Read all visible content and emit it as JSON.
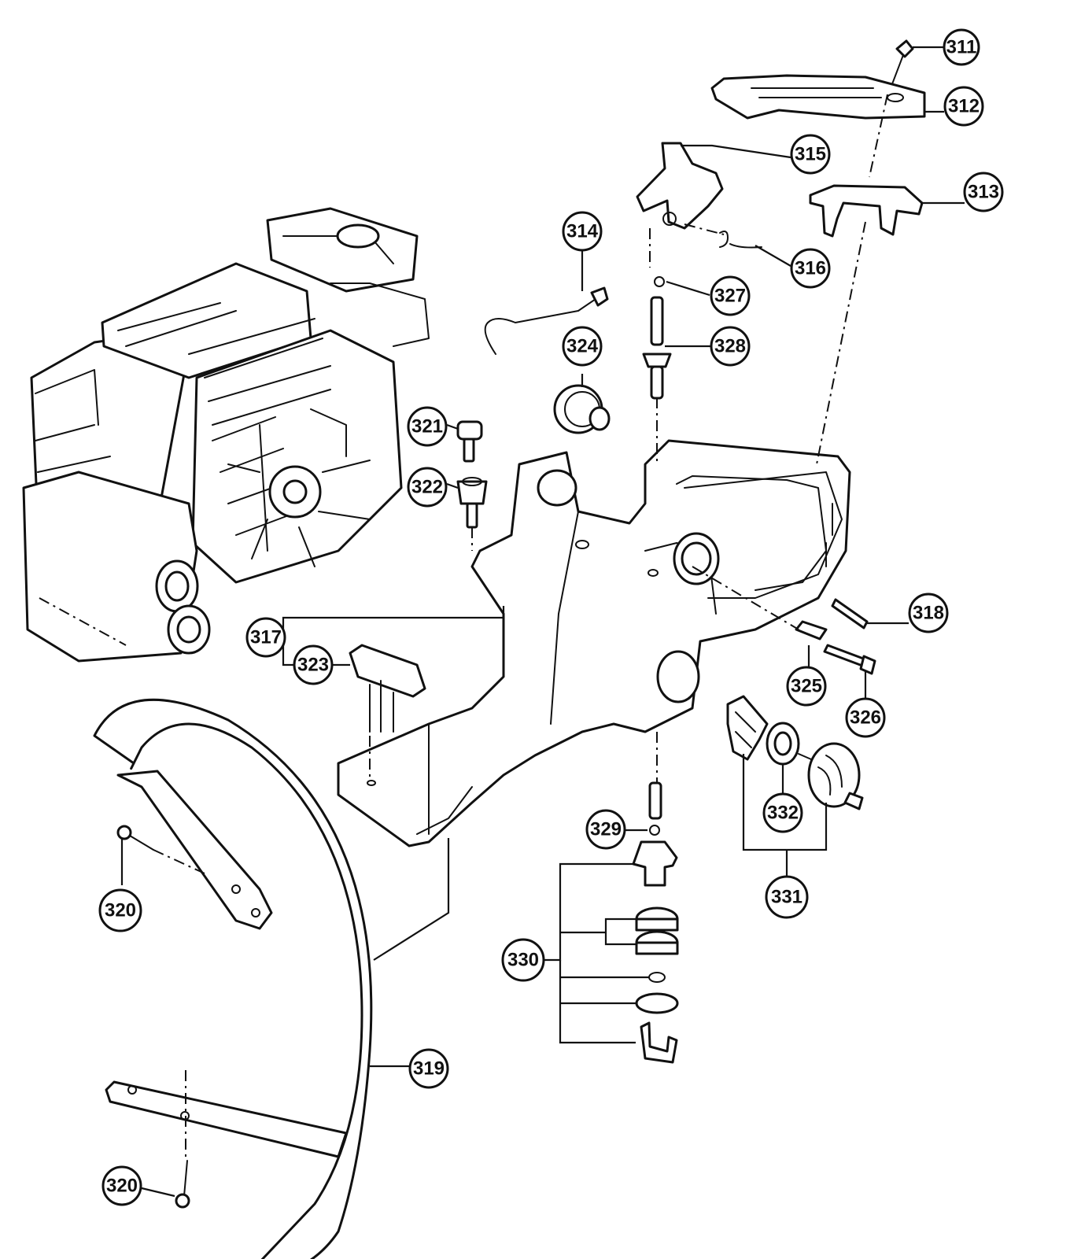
{
  "callouts": {
    "c311": "311",
    "c312": "312",
    "c313": "313",
    "c314": "314",
    "c315": "315",
    "c316": "316",
    "c317": "317",
    "c318": "318",
    "c319": "319",
    "c320a": "320",
    "c320b": "320",
    "c321": "321",
    "c322": "322",
    "c323": "323",
    "c324": "324",
    "c325": "325",
    "c326": "326",
    "c327": "327",
    "c328": "328",
    "c329": "329",
    "c330": "330",
    "c331": "331",
    "c332": "332"
  }
}
